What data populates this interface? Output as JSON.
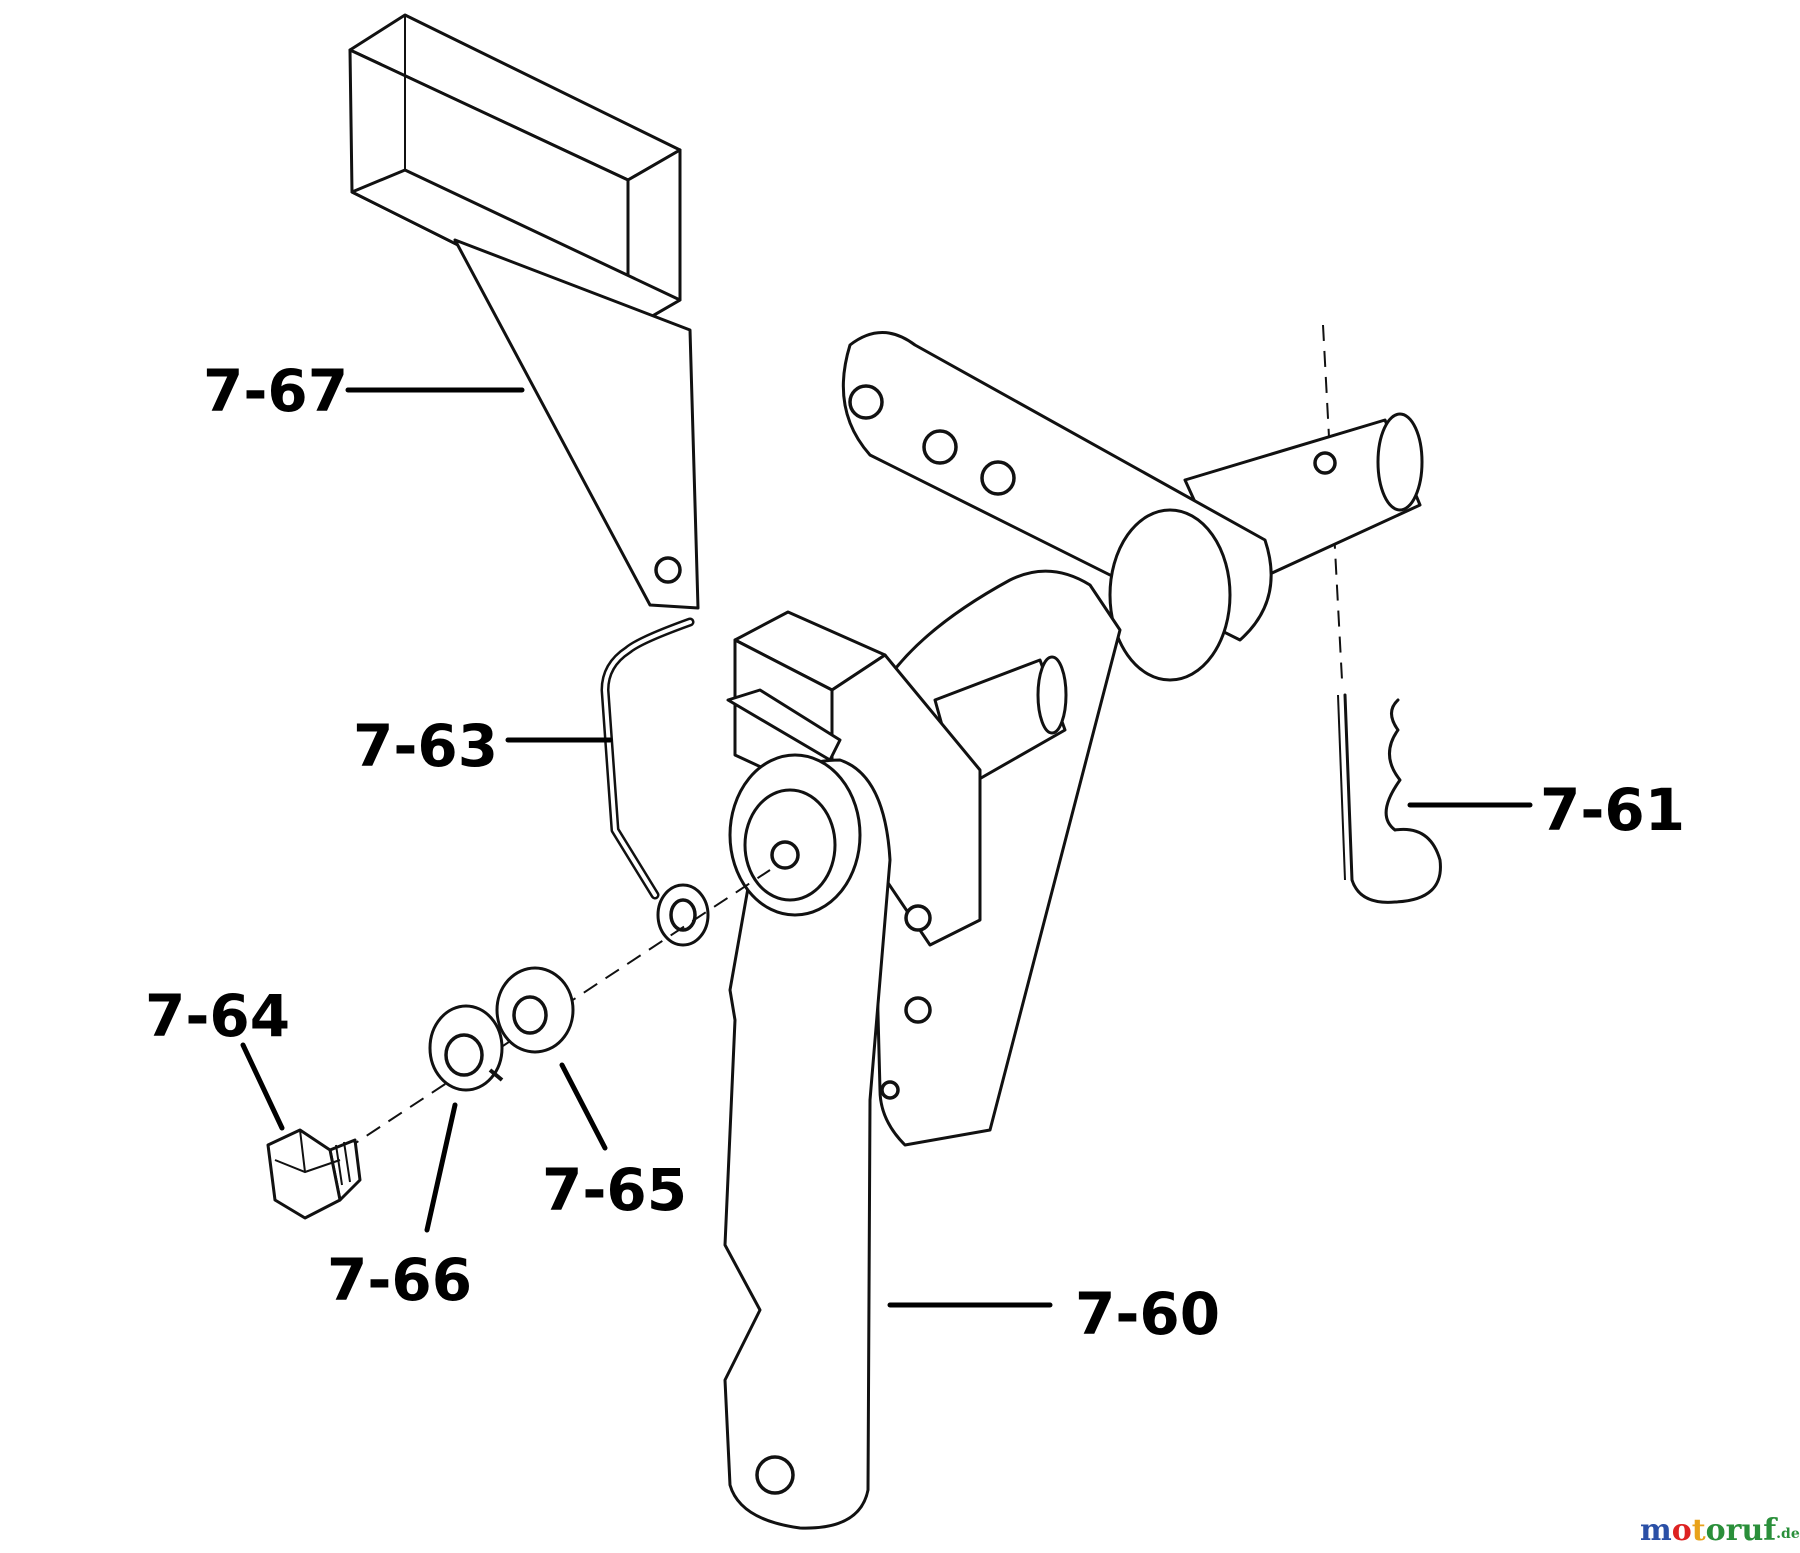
{
  "callouts": {
    "c767": "7-67",
    "c763": "7-63",
    "c761": "7-61",
    "c764": "7-64",
    "c765": "7-65",
    "c766": "7-66",
    "c760": "7-60"
  },
  "watermark": {
    "main": "motoruf",
    "suffix": ".de",
    "colors": {
      "m": "#2a4fa6",
      "o": "#d22",
      "t": "#e8a21b",
      "rest": "#2a8f3a"
    }
  }
}
